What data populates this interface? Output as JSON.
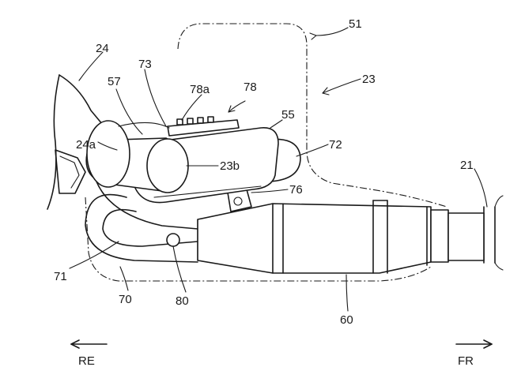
{
  "labels": {
    "l24": "24",
    "l73": "73",
    "l57": "57",
    "l78a": "78a",
    "l78": "78",
    "l51": "51",
    "l23": "23",
    "l55": "55",
    "l72": "72",
    "l24a": "24a",
    "l23b": "23b",
    "l76": "76",
    "l21": "21",
    "l71": "71",
    "l70": "70",
    "l80": "80",
    "l60": "60"
  },
  "directions": {
    "rear": "RE",
    "front": "FR"
  }
}
